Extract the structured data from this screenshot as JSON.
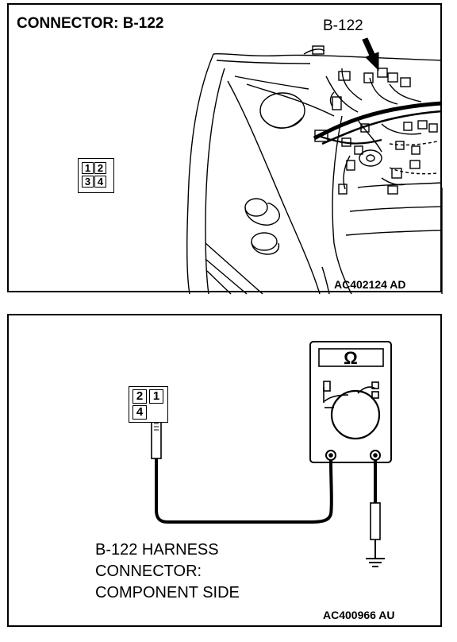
{
  "top_panel": {
    "title": "CONNECTOR: B-122",
    "callout_label": "B-122",
    "connector_pins": [
      "1",
      "2",
      "3",
      "4"
    ],
    "figure_code": "AC402124 AD"
  },
  "bottom_panel": {
    "meter_symbol": "Ω",
    "connector_pins": [
      "2",
      "1",
      "4"
    ],
    "caption_lines": [
      "B-122 HARNESS",
      "CONNECTOR:",
      "COMPONENT SIDE"
    ],
    "figure_code": "AC400966 AU"
  }
}
